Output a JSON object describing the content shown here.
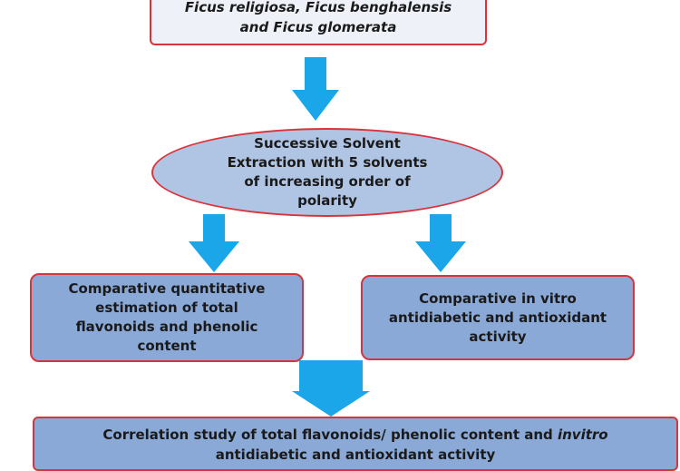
{
  "colors": {
    "box_border": "#d9343c",
    "box_fill": "#8ba9d6",
    "top_fill": "#eef2f8",
    "ellipse_fill": "#b0c4e4",
    "arrow": "#1aa6e8"
  },
  "top_box": {
    "line1": "Ficus religiosa, Ficus benghalensis",
    "line2": "and Ficus glomerata"
  },
  "extraction": {
    "line1": "Successive Solvent",
    "line2": "Extraction with 5 solvents",
    "line3": "of increasing order of",
    "line4": "polarity"
  },
  "left_box": {
    "line1": "Comparative quantitative",
    "line2": "estimation of total",
    "line3": "flavonoids and phenolic",
    "line4": "content"
  },
  "right_box": {
    "line1": "Comparative in vitro",
    "line2": "antidiabetic and antioxidant",
    "line3": "activity"
  },
  "bottom_box": {
    "line1_a": "Correlation study of total flavonoids/  phenolic content and ",
    "line1_b": "invitro",
    "line2": "antidiabetic and antioxidant activity"
  }
}
